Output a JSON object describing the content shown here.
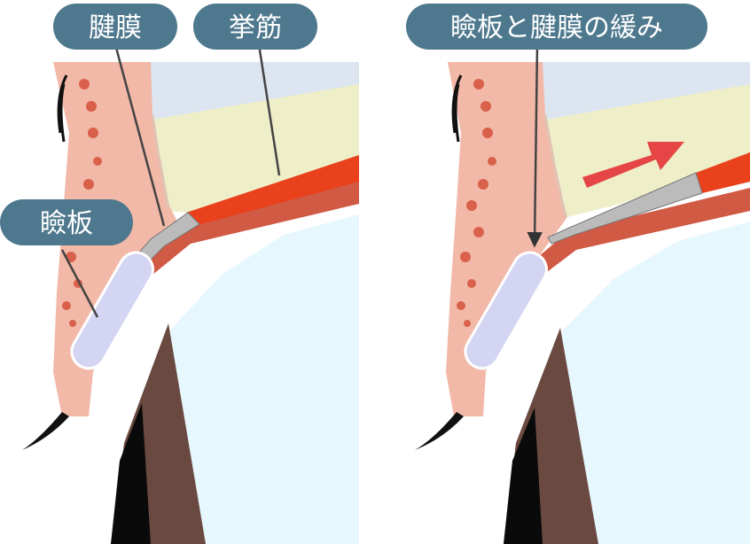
{
  "panels": [
    {
      "state": "normal",
      "labels": [
        {
          "id": "aponeurosis",
          "text": "腱膜"
        },
        {
          "id": "levator",
          "text": "挙筋"
        },
        {
          "id": "tarsus",
          "text": "瞼板"
        }
      ]
    },
    {
      "state": "loosened",
      "labels": [
        {
          "id": "tarsus-aponeurosis-loosening",
          "text": "瞼板と腱膜の緩み"
        }
      ]
    }
  ],
  "colors": {
    "label_bg": "#4e788d",
    "skin": "#f2b8a8",
    "skin_dark": "#d9604b",
    "muscle": "#e8411c",
    "muscle_sheath": "#d05a44",
    "fat": "#eeeec9",
    "orbit_top": "#dde5f1",
    "aponeurosis": "#b9b9b9",
    "tarsus": "#d3d5f2",
    "eye": "#e6f7fe",
    "iris": "#6a4a40",
    "pupil": "#0a0a0a",
    "arrow": "#e54545"
  }
}
